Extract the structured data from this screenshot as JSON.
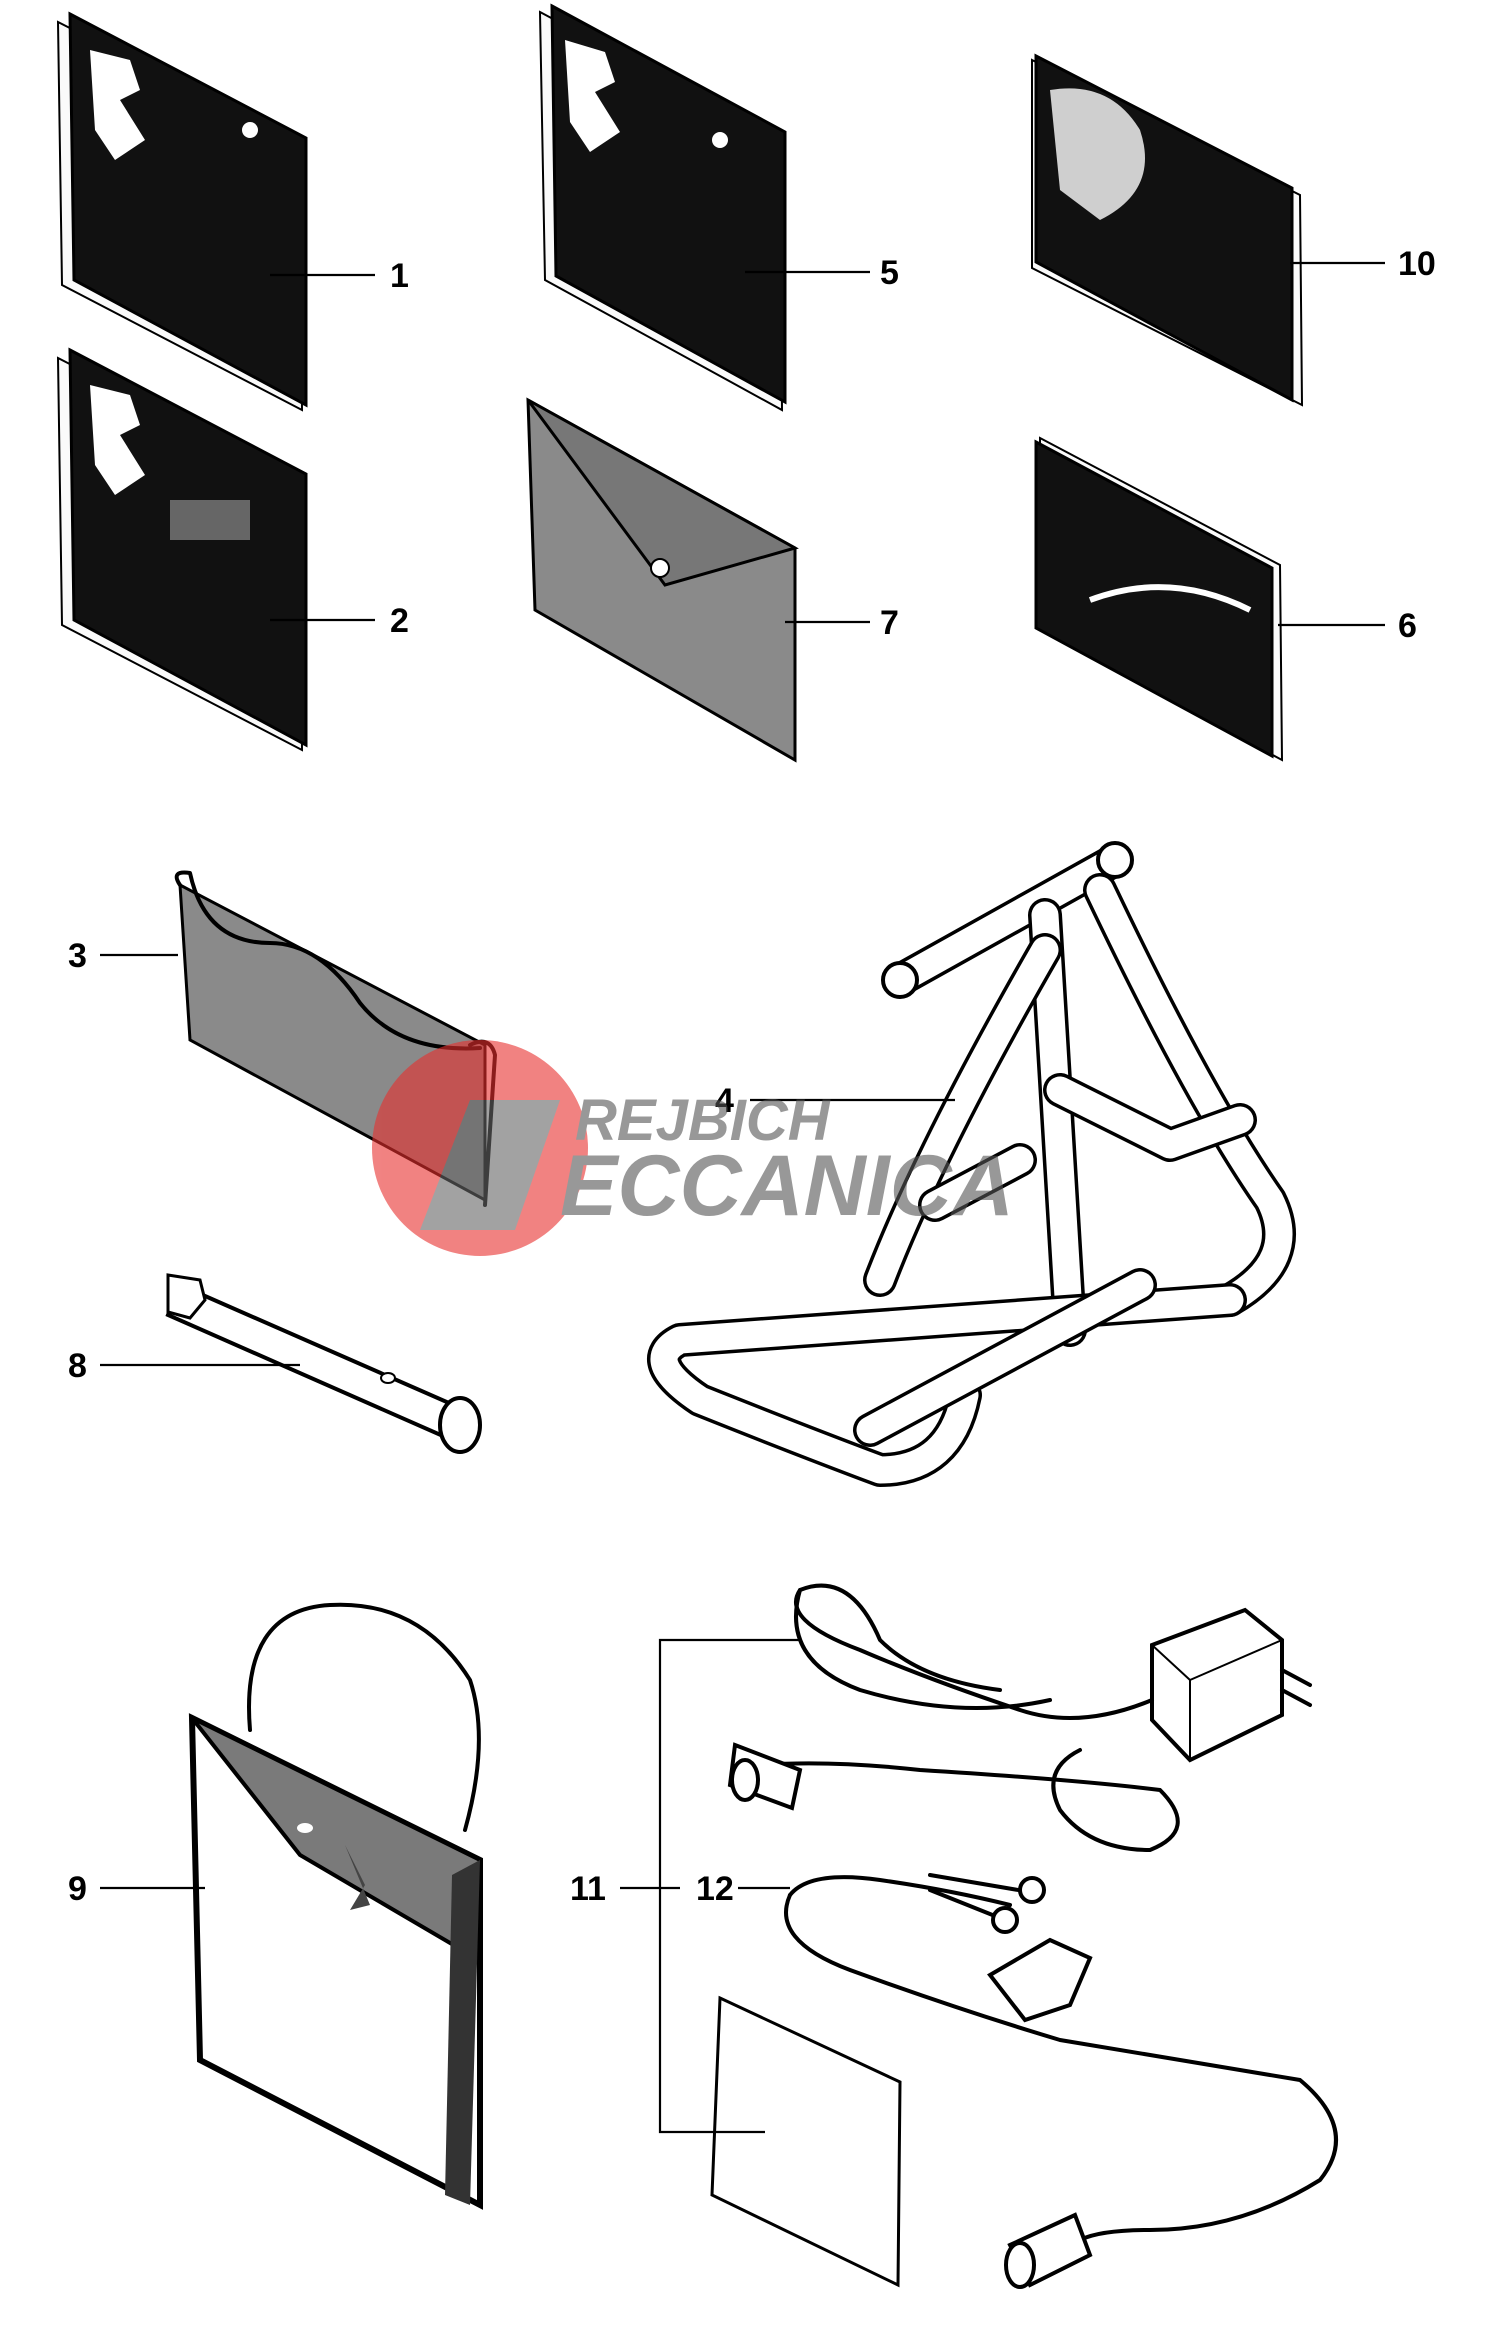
{
  "callouts": {
    "c1": "1",
    "c2": "2",
    "c3": "3",
    "c4": "4",
    "c5": "5",
    "c6": "6",
    "c7": "7",
    "c8": "8",
    "c9": "9",
    "c10": "10",
    "c11": "11",
    "c12": "12"
  },
  "watermark": {
    "line1": "REJBICH",
    "line2": "ECCANICA",
    "circle_color": "#e8302e"
  },
  "colors": {
    "ink": "#000000",
    "cover": "#111111",
    "fabric": "#8a8a8a"
  }
}
